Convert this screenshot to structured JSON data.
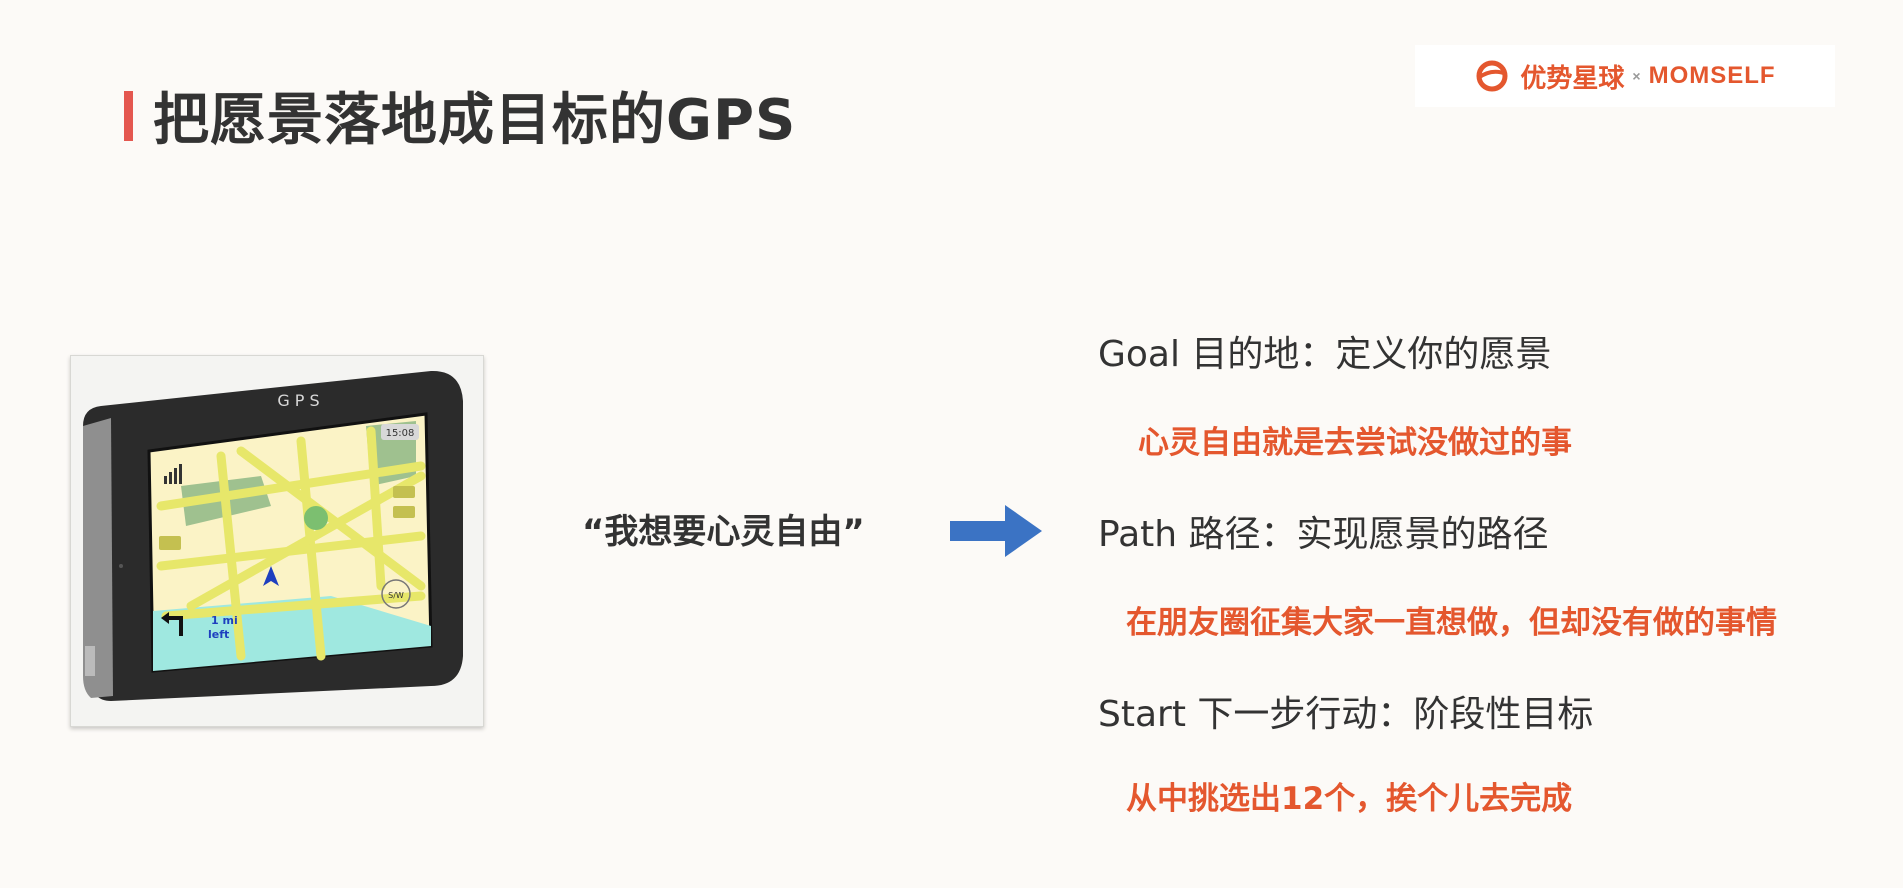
{
  "title": "把愿景落地成目标的GPS",
  "logo": {
    "cn_text": "优势星球",
    "separator": "×",
    "en_text": "MOMSELF"
  },
  "gps_image": {
    "label": "GPS",
    "time": "15:08",
    "distance": "1 mi",
    "direction": "left",
    "compass": "S/W"
  },
  "quote": "“我想要心灵自由”",
  "items": [
    {
      "head": "Goal 目的地：定义你的愿景",
      "sub": "心灵自由就是去尝试没做过的事"
    },
    {
      "head": "Path 路径：实现愿景的路径",
      "sub": "在朋友圈征集大家一直想做，但却没有做的事情"
    },
    {
      "head": "Start 下一步行动：阶段性目标",
      "sub": "从中挑选出12个，挨个儿去完成"
    }
  ],
  "colors": {
    "accent": "#e4572e",
    "title_bar": "#e4574f",
    "arrow": "#3b73c4",
    "text": "#333333",
    "background": "#fcfaf7"
  }
}
